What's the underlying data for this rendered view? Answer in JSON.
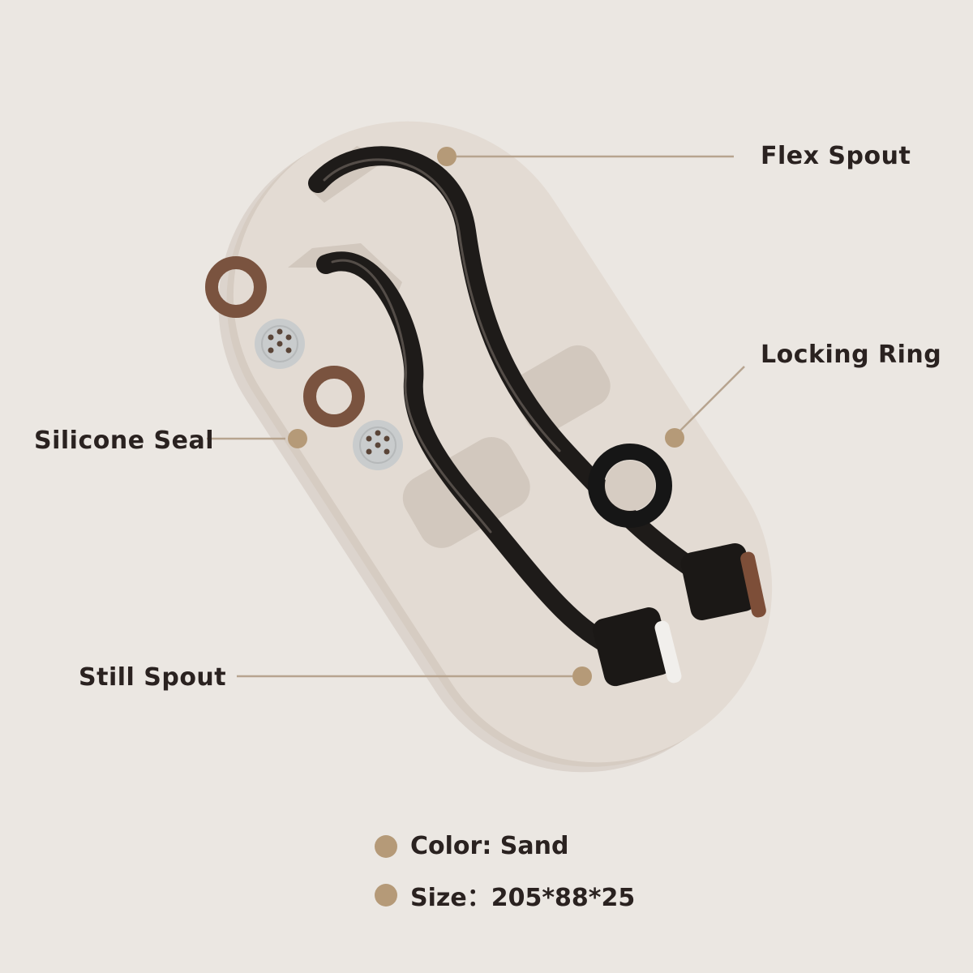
{
  "colors": {
    "background": "#ebe7e2",
    "tray": "#e3dbd3",
    "tray_edge": "#d3c9bf",
    "accent_dot": "#b59a78",
    "leader_line": "#b7a48f",
    "spout": "#1e1b19",
    "seal_ring": "#7a533f",
    "filter_disc": "#c9cccd",
    "locking_ring": "#161616"
  },
  "callouts": {
    "flex_spout": "Flex Spout",
    "locking_ring": "Locking Ring",
    "silicone_seal": "Silicone Seal",
    "still_spout": "Still Spout"
  },
  "specs": {
    "color": "Color: Sand",
    "size": "Size：205*88*25"
  }
}
